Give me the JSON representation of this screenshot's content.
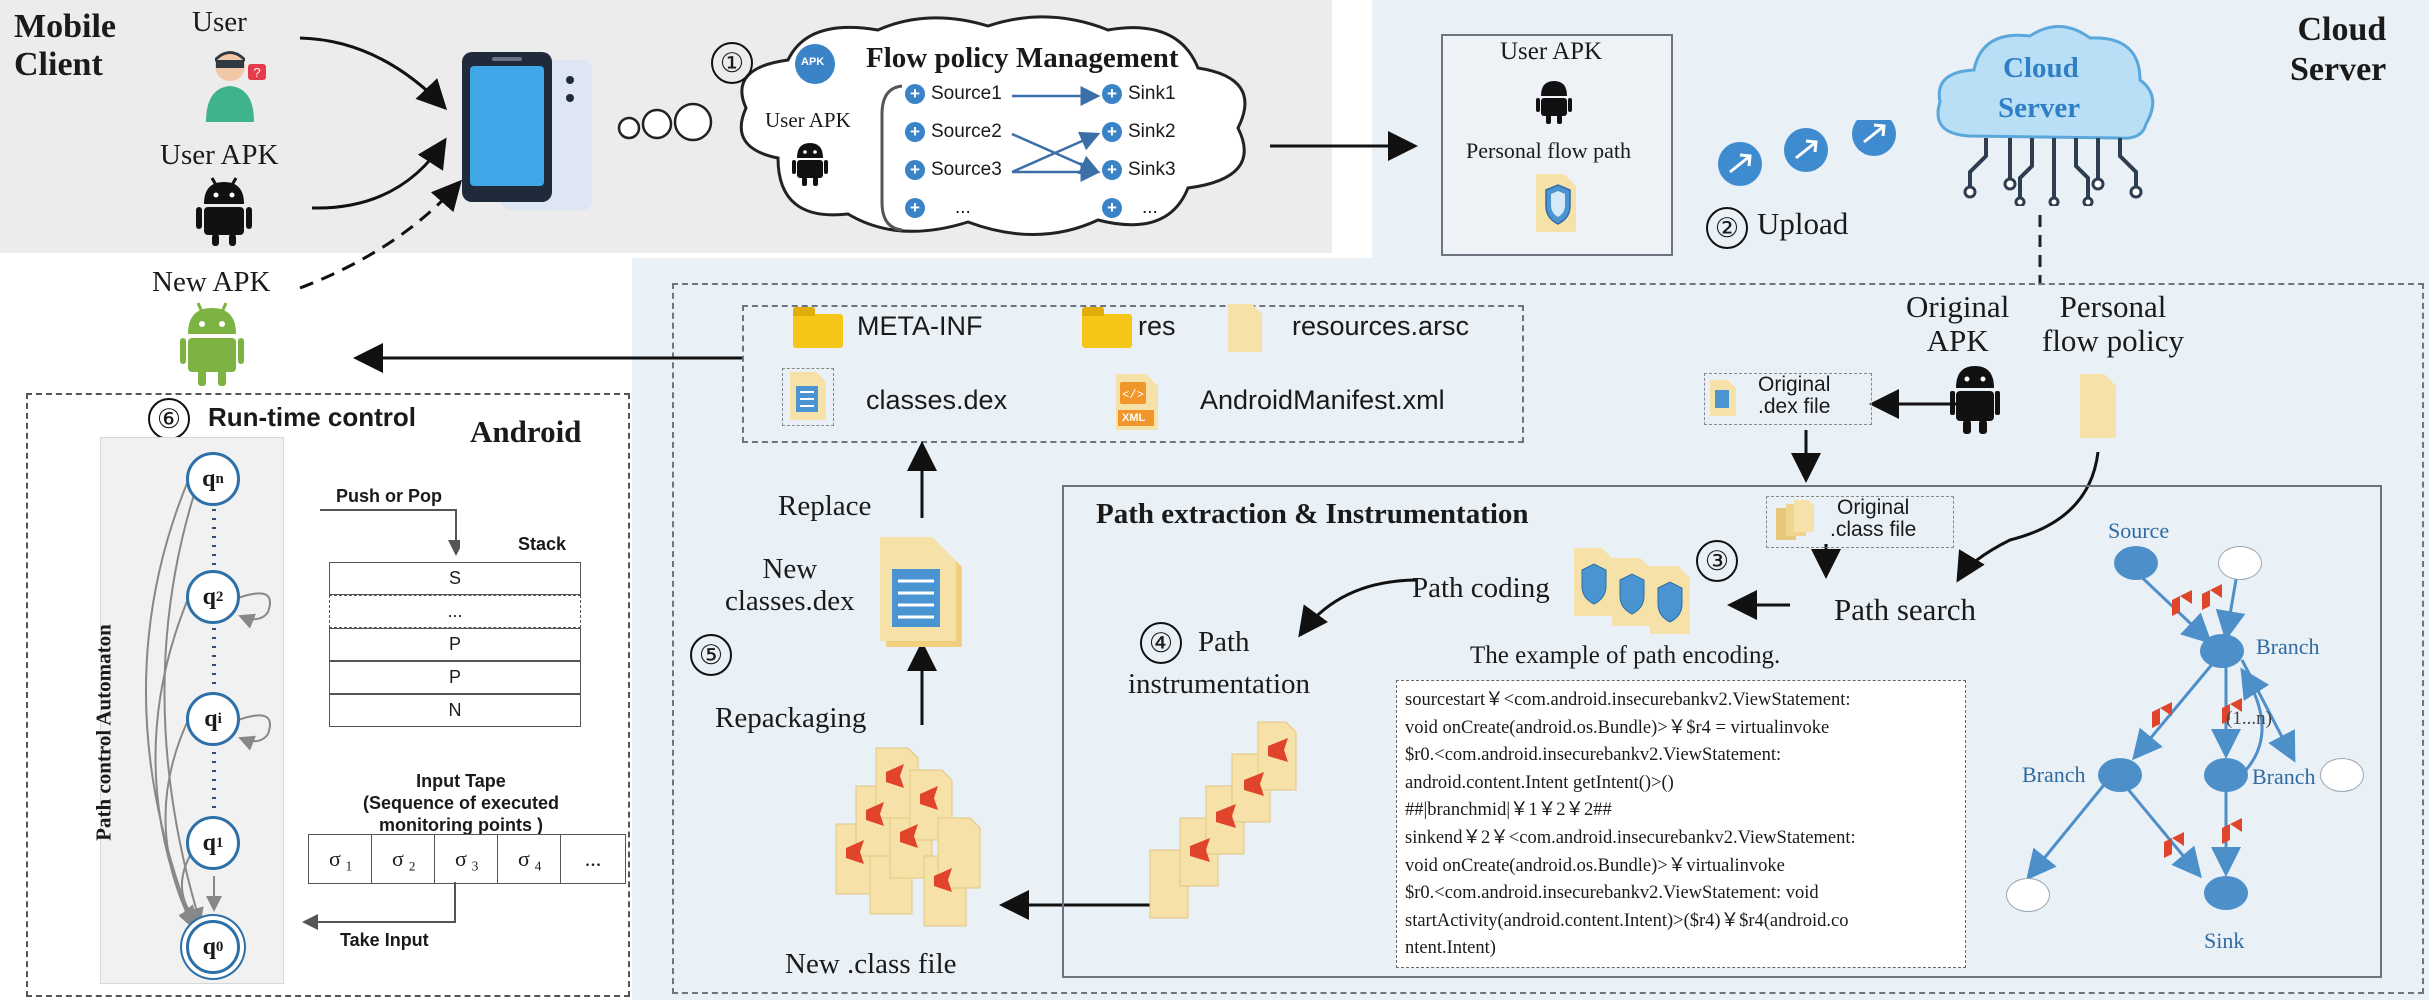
{
  "mobile": {
    "title_line1": "Mobile",
    "title_line2": "Client",
    "user": "User",
    "user_apk": "User APK",
    "new_apk": "New APK"
  },
  "policy": {
    "num": "①",
    "title": "Flow policy Management",
    "user_apk": "User APK",
    "apk_badge": "APK",
    "sources": [
      "Source1",
      "Source2",
      "Source3",
      "..."
    ],
    "sinks": [
      "Sink1",
      "Sink2",
      "Sink3",
      "..."
    ]
  },
  "upload_box": {
    "user_apk": "User APK",
    "personal_flow_path": "Personal flow path"
  },
  "cloud": {
    "title_line1": "Cloud",
    "title_line2": "Server",
    "icon_line1": "Cloud",
    "icon_line2": "Server",
    "upload_num": "②",
    "upload": "Upload",
    "original_apk_line1": "Original",
    "original_apk_line2": "APK",
    "personal_policy_line1": "Personal",
    "personal_policy_line2": "flow policy",
    "original_dex_line1": "Original",
    "original_dex_line2": ".dex file"
  },
  "apk_contents": {
    "meta_inf": "META-INF",
    "res": "res",
    "resources": "resources.arsc",
    "classes_dex": "classes.dex",
    "manifest": "AndroidManifest.xml",
    "xml_badge": "XML"
  },
  "repack": {
    "replace": "Replace",
    "new_classes_line1": "New",
    "new_classes_line2": "classes.dex",
    "num": "⑤",
    "repackaging": "Repackaging",
    "new_class_file": "New .class file"
  },
  "path_panel": {
    "title": "Path extraction & Instrumentation",
    "original_class_line1": "Original",
    "original_class_line2": ".class file",
    "path_coding": "Path coding",
    "coding_num": "③",
    "path_search": "Path search",
    "instr_num": "④",
    "instr_line1": "Path",
    "instr_line2": "instrumentation",
    "example_title": "The example of path encoding.",
    "code_lines": [
      "sourcestart￥<com.android.insecurebankv2.ViewStatement:",
      "void onCreate(android.os.Bundle)>￥$r4 = virtualinvoke",
      "$r0.<com.android.insecurebankv2.ViewStatement:",
      "android.content.Intent getIntent()>()",
      "##|branchmid|￥1￥2￥2##",
      "sinkend￥2￥<com.android.insecurebankv2.ViewStatement:",
      "void onCreate(android.os.Bundle)>￥virtualinvoke",
      "$r0.<com.android.insecurebankv2.ViewStatement: void",
      "startActivity(android.content.Intent)>($r4)￥$r4(android.co",
      "ntent.Intent)"
    ]
  },
  "tree": {
    "source": "Source",
    "branch_top": "Branch",
    "branch_left": "Branch",
    "branch_right": "Branch",
    "loop": "(1...n)",
    "sink": "Sink"
  },
  "android": {
    "num": "⑥",
    "title": "Run-time control",
    "panel_label": "Android",
    "automaton_label": "Path control Automaton",
    "states": {
      "qn": "q",
      "qn_sub": "n",
      "q2": "q",
      "q2_sub": "2",
      "qi": "q",
      "qi_sub": "i",
      "q1": "q",
      "q1_sub": "1",
      "q0": "q",
      "q0_sub": "0"
    },
    "push_pop": "Push or Pop",
    "stack_label": "Stack",
    "stack_cells": [
      "S",
      "...",
      "P",
      "P",
      "N"
    ],
    "tape_title_line1": "Input Tape",
    "tape_title_line2": "(Sequence of executed",
    "tape_title_line3": "monitoring points )",
    "tape_cells": [
      "σ ₁",
      "σ ₂",
      "σ ₃",
      "σ ₄",
      "..."
    ],
    "take_input": "Take Input"
  },
  "colors": {
    "mobile_bg": "#ececec",
    "cloud_bg": "#e9f0f6",
    "accent_blue": "#3b83c7",
    "tree_node": "#4d8fc9",
    "flag_red": "#e0452b",
    "android_green": "#7cb342"
  }
}
